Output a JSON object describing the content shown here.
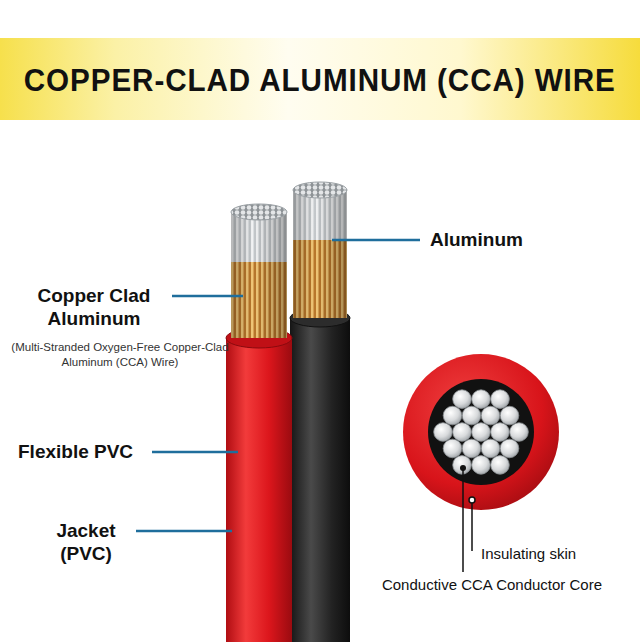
{
  "diagram": {
    "title": "COPPER-CLAD ALUMINUM (CCA) WIRE",
    "labels": [
      "Aluminum",
      "Copper Clad Aluminum",
      "(Multi-Stranded Oxygen-Free Copper-Clad Aluminum (CCA) Wire)",
      "Flexible PVC",
      "Jacket (PVC)",
      "Insulating skin",
      "Conductive CCA Conductor Core"
    ]
  }
}
